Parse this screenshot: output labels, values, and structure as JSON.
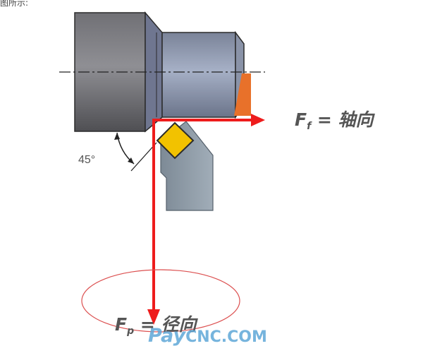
{
  "top_caption": "图所示:",
  "axial_force": {
    "symbol": "F",
    "subscript": "f",
    "text": " = 轴向"
  },
  "radial_force": {
    "symbol": "F",
    "subscript": "p",
    "text": " = 径向"
  },
  "angle_label": "45°",
  "watermark": {
    "prefix": "Pay",
    "suffix": "CNC.COM"
  },
  "colors": {
    "force_line": "#ee1c1c",
    "chip": "#e8712a",
    "insert": "#f2c200",
    "holder": "#8b98a4",
    "workpiece_dark": "#5f5f62",
    "workpiece_light": "#8a93a6",
    "ellipse": "#dc5050",
    "watermark": "#5fa8d8"
  }
}
